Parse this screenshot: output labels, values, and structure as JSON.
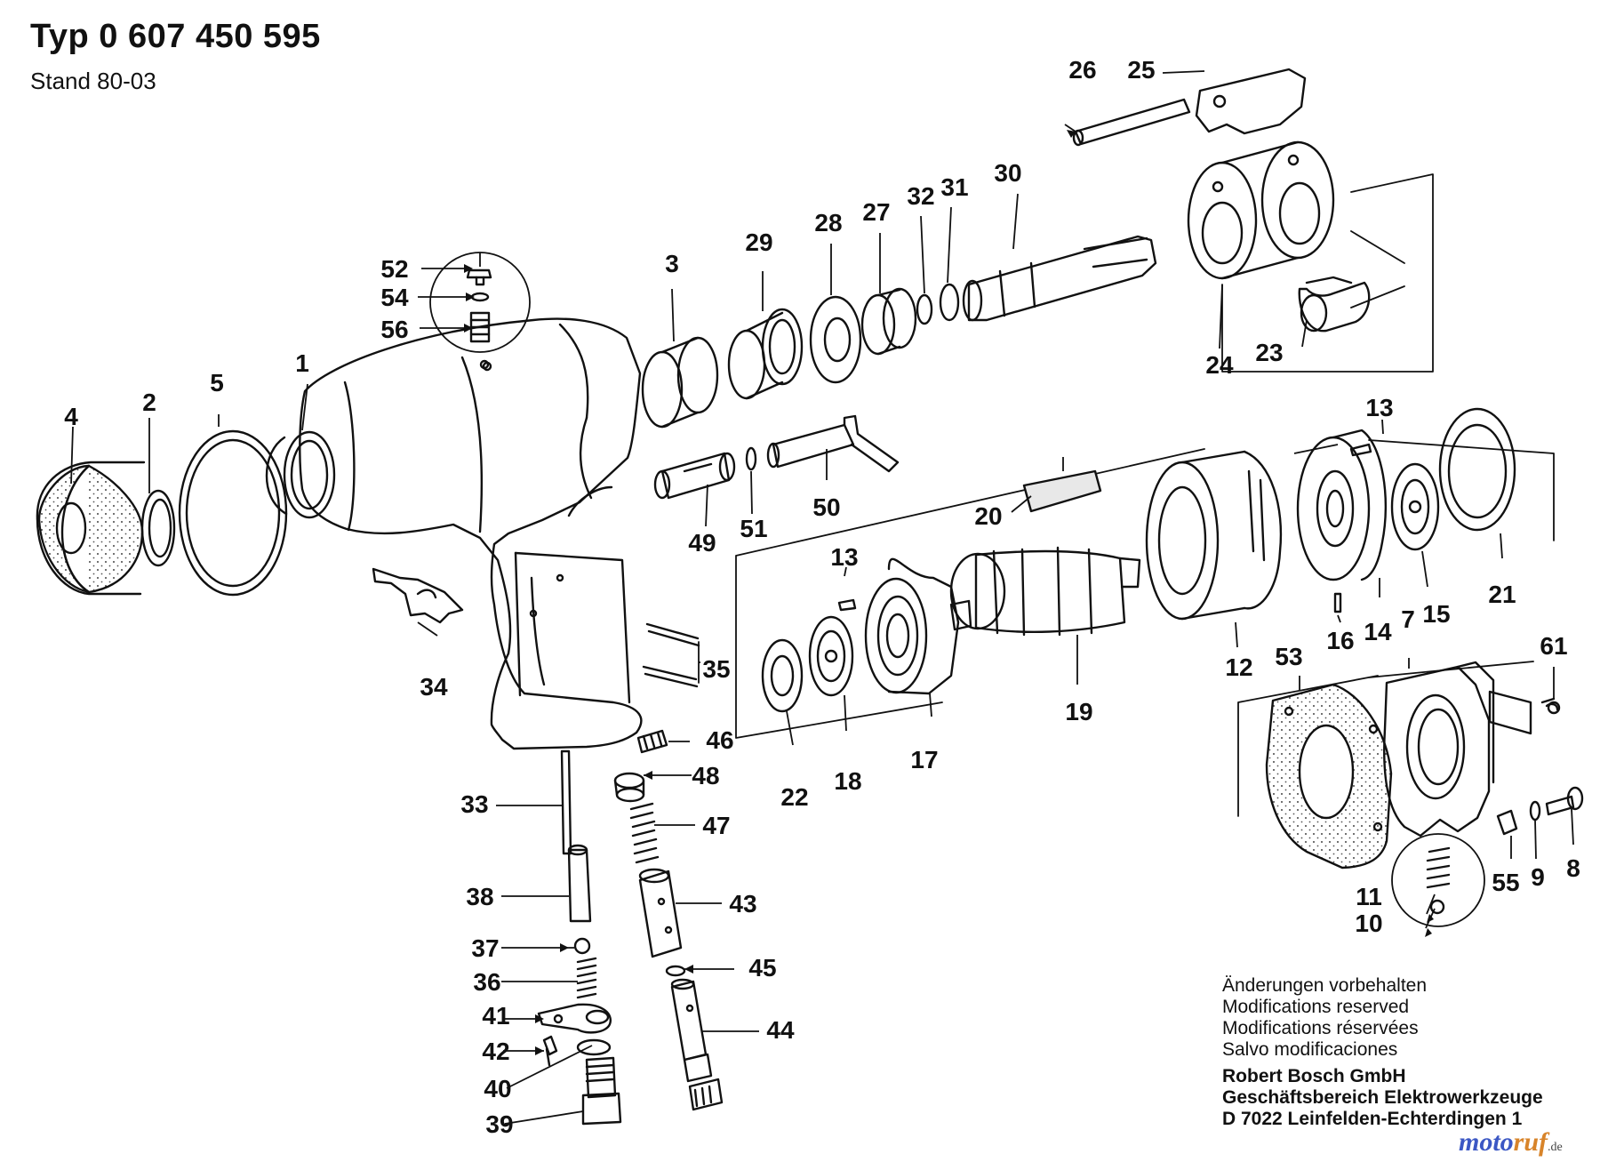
{
  "header": {
    "title": "Typ 0 607 450 595",
    "stand": "Stand 80-03"
  },
  "notes": {
    "lines": [
      "Änderungen vorbehalten",
      "Modifications reserved",
      "Modifications réservées",
      "Salvo modificaciones"
    ],
    "company": [
      "Robert Bosch GmbH",
      "Geschäftsbereich Elektrowerkzeuge",
      "D 7022 Leinfelden-Echterdingen 1"
    ]
  },
  "watermark": {
    "part_a": "moto",
    "part_b": "ruf",
    "suffix": ".de",
    "color_a": "#3b57c4",
    "color_b": "#d8842a"
  },
  "callouts": [
    "1",
    "2",
    "3",
    "4",
    "5",
    "7",
    "8",
    "9",
    "10",
    "11",
    "12",
    "13",
    "14",
    "15",
    "16",
    "17",
    "18",
    "19",
    "20",
    "21",
    "22",
    "23",
    "24",
    "25",
    "26",
    "27",
    "28",
    "29",
    "30",
    "31",
    "32",
    "33",
    "34",
    "35",
    "36",
    "37",
    "38",
    "39",
    "40",
    "41",
    "42",
    "43",
    "44",
    "45",
    "46",
    "47",
    "48",
    "49",
    "50",
    "51",
    "52",
    "53",
    "54",
    "55",
    "56",
    "61"
  ]
}
